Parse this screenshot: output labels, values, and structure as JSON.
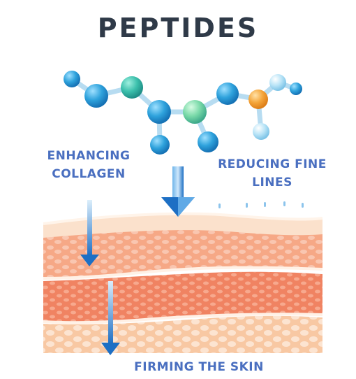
{
  "title": "PEPTIDES",
  "labels": {
    "enhancing_line1": "ENHANCING",
    "enhancing_line2": "COLLAGEN",
    "reducing_line1": "REDUCING FINE",
    "reducing_line2": "LINES",
    "firming": "FIRMING THE SKIN"
  },
  "colors": {
    "title": "#2f3a48",
    "label_text": "#4a6fc0",
    "arrow_blue": "#1d6fc4",
    "atom_blue": "#2ea2dc",
    "atom_teal": "#3cc0ac",
    "atom_green": "#6fd3a1",
    "atom_orange": "#f3a23a",
    "atom_light": "#a9dcf3",
    "skin_top": "#fbe3d0",
    "skin_mid": "#f4a07c",
    "skin_deep": "#f07e5e",
    "skin_bottom": "#f7c9a4"
  }
}
